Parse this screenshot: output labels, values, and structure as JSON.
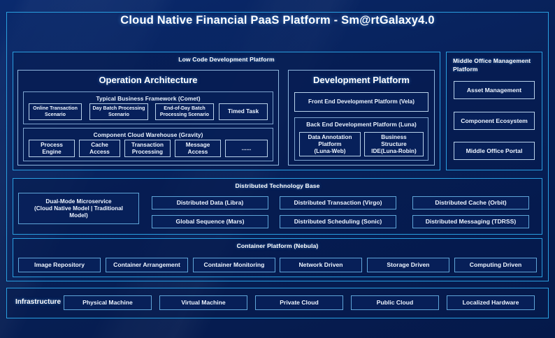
{
  "page": {
    "title": "Cloud Native Financial PaaS Platform - Sm@rtGalaxy4.0",
    "accent_border": "#2a9fe0",
    "background": "#072057",
    "text_color": "#eef5ff"
  },
  "low_code": {
    "title": "Low Code Development Platform",
    "operation_architecture": {
      "title": "Operation Architecture",
      "typical_business_framework": {
        "title": "Typical Business Framework (Comet)",
        "items": [
          "Online Transaction\nScenario",
          "Day Batch Processing\nScenario",
          "End-of-Day Batch\nProcessing Scenario",
          "Timed Task"
        ]
      },
      "component_cloud_warehouse": {
        "title": "Component Cloud Warehouse (Gravity)",
        "items": [
          "Process\nEngine",
          "Cache\nAccess",
          "Transaction\nProcessing",
          "Message\nAccess",
          "......"
        ]
      }
    },
    "development_platform": {
      "title": "Development Platform",
      "front_end": "Front End Development Platform (Vela)",
      "back_end": {
        "title": "Back End Development Platform (Luna)",
        "items": [
          "Data Annotation\nPlatform\n(Luna-Web)",
          "Business\nStructure\nIDE(Luna-Robin)"
        ]
      }
    }
  },
  "middle_office": {
    "title": "Middle Office Management\nPlatform",
    "items": [
      "Asset Management",
      "Component Ecosystem",
      "Middle Office Portal"
    ]
  },
  "distributed_base": {
    "title": "Distributed Technology Base",
    "highlight": "Dual-Mode Microservice\n(Cloud Native Model | Traditional\nModel)",
    "items": [
      "Distributed Data (Libra)",
      "Distributed Transaction (Virgo)",
      "Distributed Cache (Orbit)",
      "Global Sequence (Mars)",
      "Distributed Scheduling (Sonic)",
      "Distributed Messaging (TDRSS)"
    ]
  },
  "container_platform": {
    "title": "Container Platform (Nebula)",
    "items": [
      "Image Repository",
      "Container Arrangement",
      "Container Monitoring",
      "Network Driven",
      "Storage Driven",
      "Computing Driven"
    ]
  },
  "infrastructure": {
    "label": "Infrastructure",
    "items": [
      "Physical Machine",
      "Virtual Machine",
      "Private Cloud",
      "Public Cloud",
      "Localized Hardware"
    ]
  }
}
